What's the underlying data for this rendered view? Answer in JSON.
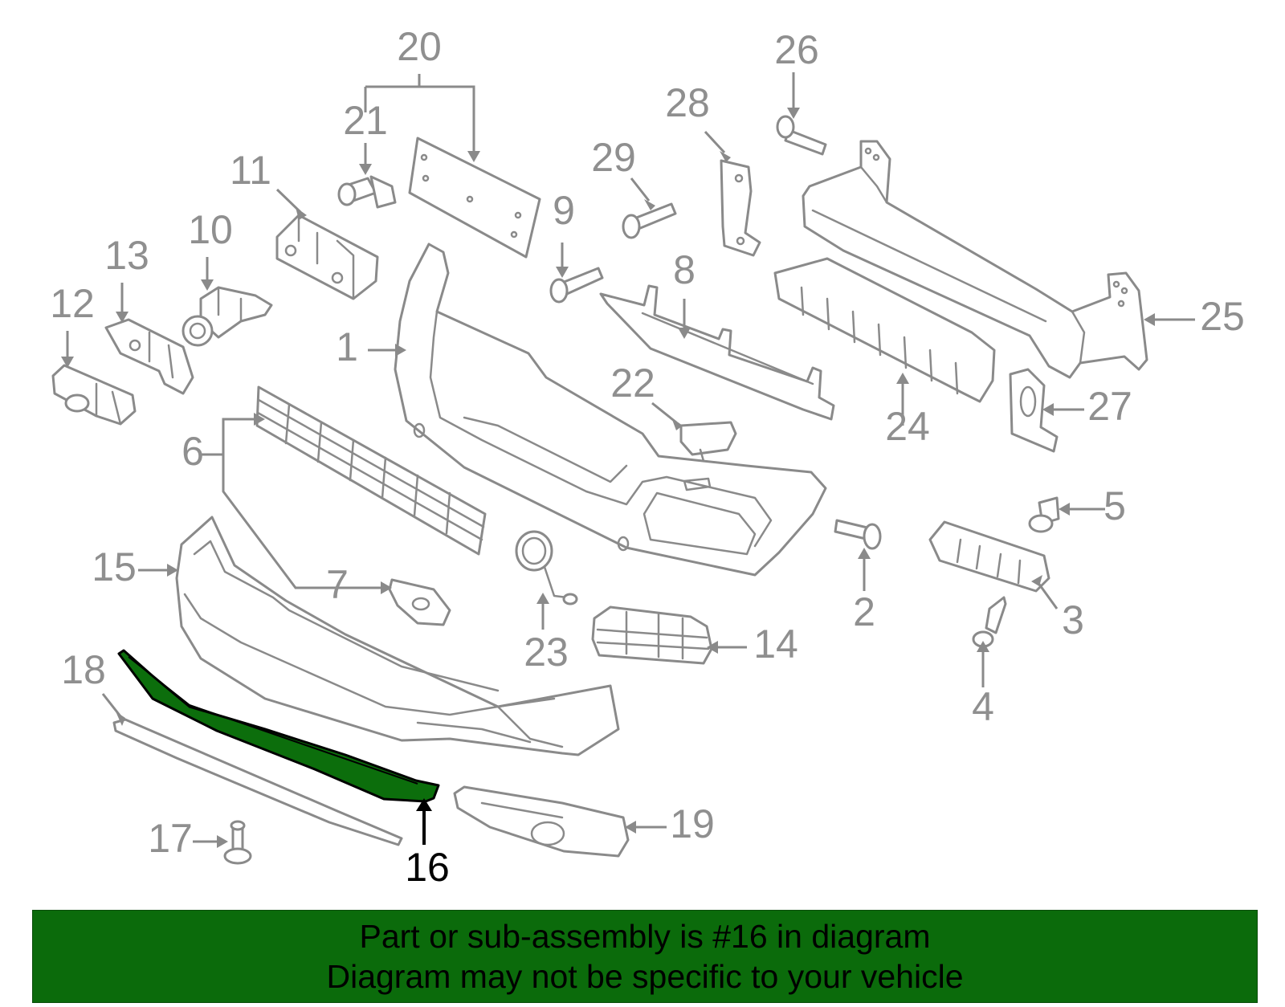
{
  "colors": {
    "highlight_part": "#0c6e0c",
    "banner_background": "#0b6b0b",
    "callout_gray": "#8f8f8f",
    "callout_highlight": "#000000"
  },
  "highlighted_part": "16",
  "callouts": [
    "1",
    "2",
    "3",
    "4",
    "5",
    "6",
    "7",
    "8",
    "9",
    "10",
    "11",
    "12",
    "13",
    "14",
    "15",
    "16",
    "17",
    "18",
    "19",
    "20",
    "21",
    "22",
    "23",
    "24",
    "25",
    "26",
    "27",
    "28",
    "29"
  ],
  "banner": {
    "line1": "Part or sub-assembly is #16 in diagram",
    "line2": "Diagram may not be specific to your vehicle"
  }
}
